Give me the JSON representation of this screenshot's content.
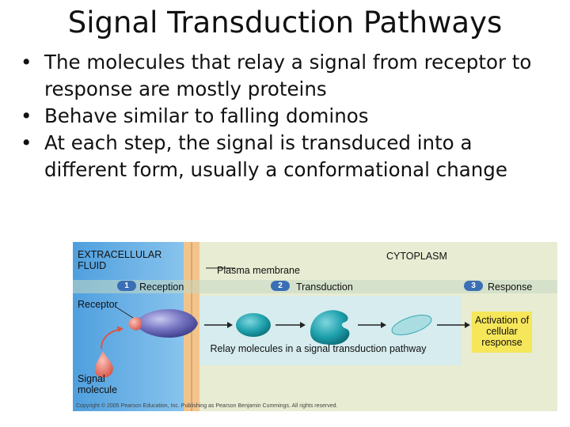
{
  "title": "Signal Transduction Pathways",
  "bullets": [
    {
      "marker": "•",
      "text": "The molecules that relay a signal from receptor to response are mostly proteins"
    },
    {
      "marker": "•",
      "text": "Behave similar to falling dominos"
    },
    {
      "marker": "•",
      "text": "At each step, the signal is transduced into a different form, usually a conformational change"
    }
  ],
  "diagram": {
    "extracellular_label": "EXTRACELLULAR FLUID",
    "cytoplasm_label": "CYTOPLASM",
    "membrane_label": "Plasma membrane",
    "steps": [
      {
        "number": "1",
        "label": "Reception"
      },
      {
        "number": "2",
        "label": "Transduction"
      },
      {
        "number": "3",
        "label": "Response"
      }
    ],
    "receptor_label": "Receptor",
    "relay_label": "Relay molecules in a signal transduction pathway",
    "response_label": "Activation of cellular response",
    "signal_label": "Signal molecule",
    "copyright": "Copyright © 2005 Pearson Education, Inc. Publishing as Pearson Benjamin Cummings. All rights reserved.",
    "colors": {
      "extracellular": "#6ab0e6",
      "cytoplasm": "#e8ecd2",
      "relay_panel": "#d6ecee",
      "response_box": "#f6e65a",
      "receptor": "#7a79c6",
      "relay": "#1fa1ad",
      "signal": "#ec7a6e"
    }
  }
}
